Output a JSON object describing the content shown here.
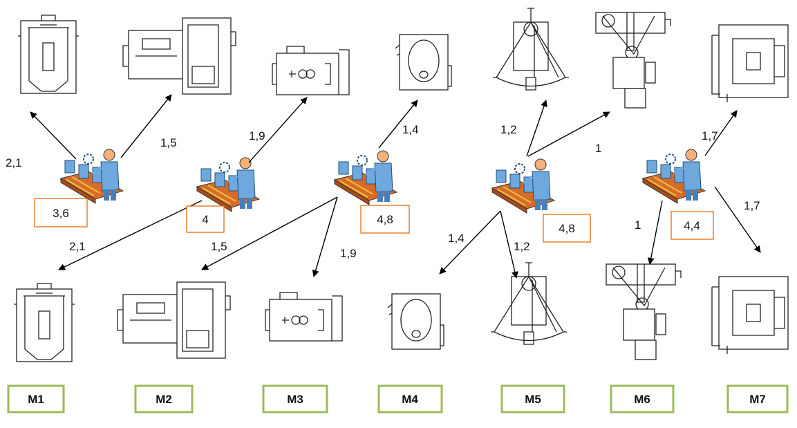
{
  "machines": [
    {
      "id": "M1",
      "label": "M1",
      "icon": "press-machine-icon"
    },
    {
      "id": "M2",
      "label": "M2",
      "icon": "lathe-machine-icon"
    },
    {
      "id": "M3",
      "label": "M3",
      "icon": "drill-machine-icon"
    },
    {
      "id": "M4",
      "label": "M4",
      "icon": "grinder-machine-icon"
    },
    {
      "id": "M5",
      "label": "M5",
      "icon": "crane-machine-icon"
    },
    {
      "id": "M6",
      "label": "M6",
      "icon": "robot-arm-icon"
    },
    {
      "id": "M7",
      "label": "M7",
      "icon": "cnc-machine-icon"
    }
  ],
  "workstations": [
    {
      "id": "W1",
      "total": "3,6",
      "icon": "worker-assembly-line-icon"
    },
    {
      "id": "W2",
      "total": "4",
      "icon": "worker-assembly-line-icon"
    },
    {
      "id": "W3",
      "total": "4,8",
      "icon": "worker-assembly-line-icon"
    },
    {
      "id": "W4",
      "total": "4,8",
      "icon": "worker-assembly-line-icon"
    },
    {
      "id": "W5",
      "total": "4,4",
      "icon": "worker-assembly-line-icon"
    }
  ],
  "links": [
    {
      "from": "W1",
      "to": "M1-top",
      "value": "2,1"
    },
    {
      "from": "W1",
      "to": "M2-top",
      "value": "1,5"
    },
    {
      "from": "W2",
      "to": "M3-top",
      "value": "1,9"
    },
    {
      "from": "W2",
      "to": "M1-bottom",
      "value": "2,1"
    },
    {
      "from": "W3",
      "to": "M4-top",
      "value": "1,4"
    },
    {
      "from": "W3",
      "to": "M2-bottom",
      "value": "1,5"
    },
    {
      "from": "W3",
      "to": "M3-bottom",
      "value": "1,9"
    },
    {
      "from": "W4",
      "to": "M5-top",
      "value": "1,2"
    },
    {
      "from": "W4",
      "to": "M6-top",
      "value": "1"
    },
    {
      "from": "W4",
      "to": "M4-bottom",
      "value": "1,4"
    },
    {
      "from": "W4",
      "to": "M5-bottom",
      "value": "1,2"
    },
    {
      "from": "W5",
      "to": "M7-top",
      "value": "1,7"
    },
    {
      "from": "W5",
      "to": "M6-bottom",
      "value": "1"
    },
    {
      "from": "W5",
      "to": "M7-bottom",
      "value": "1,7"
    }
  ]
}
